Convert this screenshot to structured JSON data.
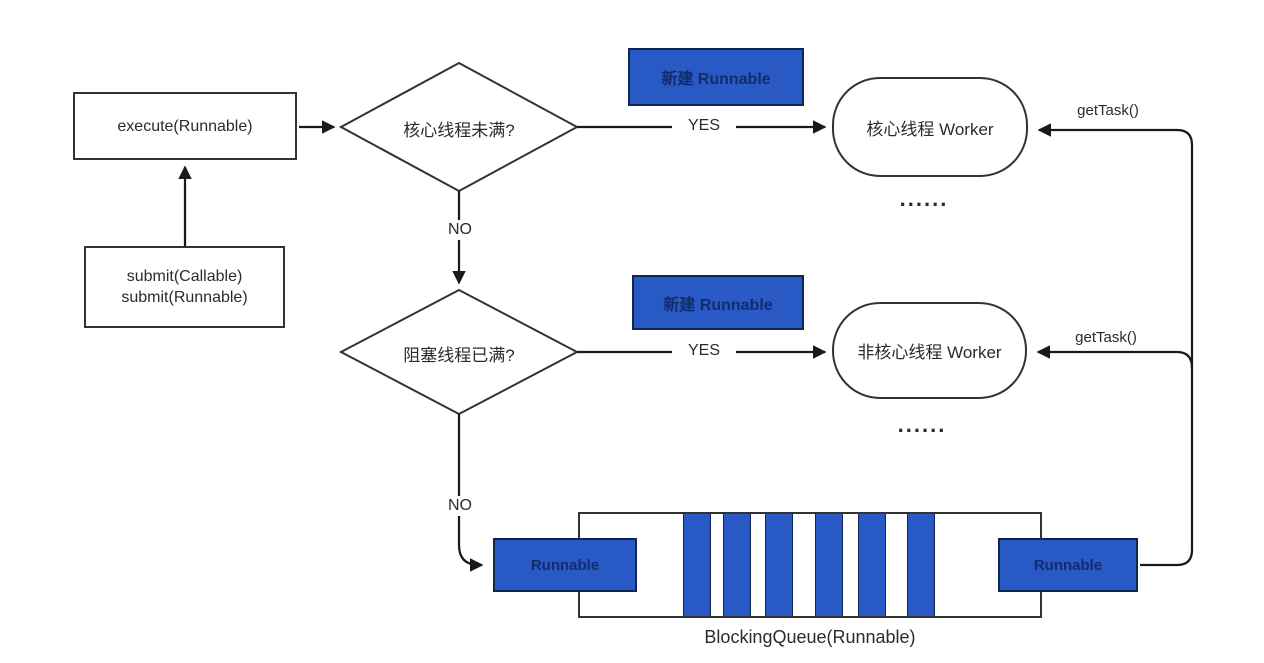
{
  "diagram": {
    "nodes": {
      "execute_box": {
        "label": "execute(Runnable)"
      },
      "submit_box": {
        "lines": [
          "submit(Callable)",
          "submit(Runnable)"
        ]
      },
      "decision_core_full": {
        "label": "核心线程未满?"
      },
      "decision_queue_full": {
        "label": "阻塞线程已满?"
      },
      "new_runnable_top": {
        "label": "新建 Runnable"
      },
      "new_runnable_middle": {
        "label": "新建 Runnable"
      },
      "core_worker": {
        "label": "核心线程 Worker",
        "ellipsis": "......"
      },
      "noncore_worker": {
        "label": "非核心线程 Worker",
        "ellipsis": "......"
      },
      "queue": {
        "label": "BlockingQueue(Runnable)",
        "enqueue_box": "Runnable",
        "dequeue_box": "Runnable",
        "bar_count": 6
      }
    },
    "edges": {
      "yes_top": {
        "label": "YES"
      },
      "yes_middle": {
        "label": "YES"
      },
      "no_top": {
        "label": "NO"
      },
      "no_middle": {
        "label": "NO"
      },
      "gettask_top": {
        "label": "getTask()"
      },
      "gettask_middle": {
        "label": "getTask()"
      }
    },
    "colors": {
      "accent_blue": "#2859c5",
      "blue_box_border": "#10264f",
      "blue_box_text": "#122d6e",
      "line_color": "#1a1a1a",
      "node_border": "#333333",
      "background": "#ffffff"
    }
  }
}
